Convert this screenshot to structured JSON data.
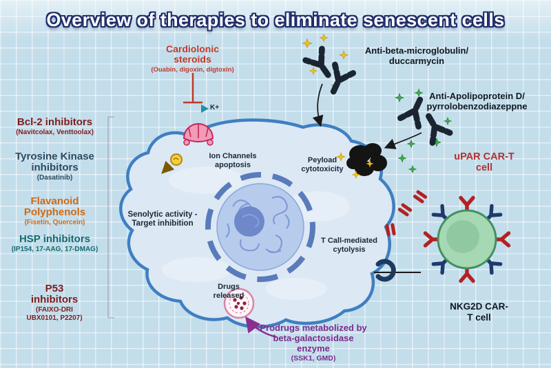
{
  "title": "Overview of therapies to eliminate senescent cells",
  "left_panel": {
    "groups": [
      {
        "name": "Bcl-2 inhibitors",
        "detail": "(Navitcolax, Venttoolax)"
      },
      {
        "name": "Tyrosine Kinase inhibitors",
        "detail": "(Dasatinib)"
      },
      {
        "name": "Flavanoid Polyphenols",
        "detail": "(Fisetin, Quercein)"
      },
      {
        "name": "HSP inhibitors",
        "detail": "(IP154, 17-AAG, 17-DMAG)"
      },
      {
        "name": "P53 inhibitors",
        "detail": "(FAIXO-DRI UBX0101, P2207)"
      }
    ]
  },
  "cardiotonic": {
    "line1": "Cardiolonic",
    "line2": "steroids",
    "detail": "(Ouabin, digoxin, digtoxin)"
  },
  "antibody_labels": {
    "beta_microglobulin": {
      "line1": "Anti-beta-microglobulin/",
      "line2": "duccarmycin"
    },
    "apolipoprotein": {
      "line1": "Anti-Apolipoprotein D/",
      "line2": "pyrrolobenzodiazeppne"
    }
  },
  "cell": {
    "k_ion": "K+",
    "ion_channels": {
      "line1": "Ion Channels",
      "line2": "apoptosis"
    },
    "payload": {
      "line1": "Peyload",
      "line2": "cytotoxicity"
    },
    "senolytic": {
      "line1": "Senolytic activity -",
      "line2": "Target inhibition"
    },
    "t_cell": {
      "line1": "T Call-mediated",
      "line2": "cytolysis"
    },
    "drugs": {
      "line1": "Drugs",
      "line2": "released"
    }
  },
  "prodrugs": {
    "line1": "Prodrugs metabolized by",
    "line2": "beta-galactosidase",
    "line3": "enzyme",
    "detail": "(SSK1, GMD)"
  },
  "car_t": {
    "upar": {
      "line1": "uPAR CAR-T",
      "line2": "cell"
    },
    "nkg2d": {
      "line1": "NKG2D CAR-",
      "line2": "T cell"
    }
  },
  "colors": {
    "dark_red": "#7e1d1d",
    "steel_blue": "#2c4b61",
    "orange": "#d06a15",
    "teal": "#136a6d",
    "cardio_red": "#c13a2e",
    "purple": "#7b2a8b",
    "car_red": "#b03030",
    "car_navy": "#1f3a6e",
    "cell_border": "#3f7fc1",
    "title_outline": "#1e2d6b",
    "star_yellow": "#f2c218",
    "star_green": "#3cb049"
  }
}
